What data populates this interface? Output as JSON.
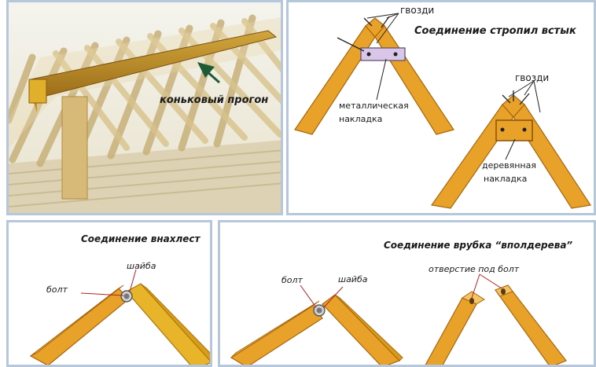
{
  "panels": {
    "ridge_photo": {
      "label": "коньковый прогон"
    },
    "butt_joint": {
      "title": "Соединение стропил встык",
      "nails_label_1": "гвозди",
      "metal_plate_line1": "металлическая",
      "metal_plate_line2": "накладка",
      "nails_label_2": "гвозди",
      "wood_plate_line1": "деревянная",
      "wood_plate_line2": "накладка"
    },
    "lap_joint": {
      "title": "Соединение внахлест",
      "bolt_label": "болт",
      "washer_label": "шайба"
    },
    "half_lap_joint": {
      "title": "Соединение врубка “вполдерева”",
      "bolt_label": "болт",
      "washer_label": "шайба",
      "hole_label": "отверстие под болт"
    }
  },
  "colors": {
    "wood_orange": "#E8A22A",
    "wood_outline": "#A8660E",
    "panel_border": "#B6C7DC",
    "plate_metal": "#D9C6E8",
    "arrow_green": "#1E5B33",
    "leader_red": "#B22222"
  }
}
